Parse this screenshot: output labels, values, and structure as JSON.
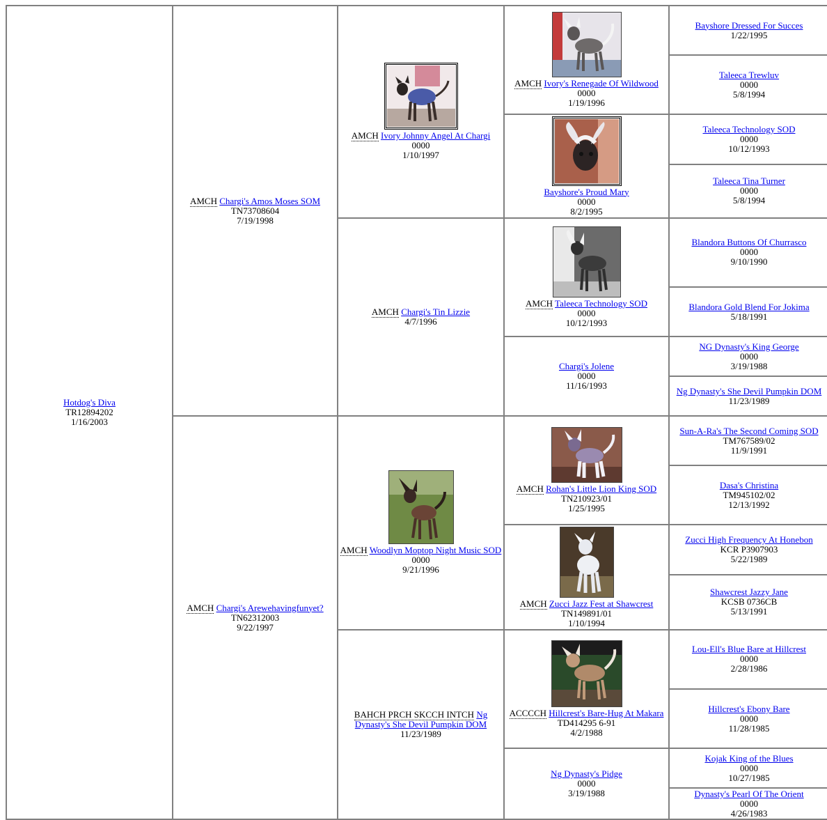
{
  "subject": {
    "title": "",
    "name": "Hotdog's Diva",
    "reg": "TR12894202",
    "dob": "1/16/2003"
  },
  "sire": {
    "title": "AMCH",
    "name": "Chargi's Amos Moses SOM",
    "reg": "TN73708604",
    "dob": "7/19/1998"
  },
  "dam": {
    "title": "AMCH",
    "name": "Chargi's Arewehavingfunyet?",
    "reg": "TN62312003",
    "dob": "9/22/1997"
  },
  "gen3": [
    {
      "title": "AMCH",
      "name": "Ivory Johnny Angel At Chargi",
      "reg": "0000",
      "dob": "1/10/1997",
      "photo": "black crested dog at show"
    },
    {
      "title": "AMCH",
      "name": "Chargi's Tin Lizzie",
      "reg": "",
      "dob": "4/7/1996"
    },
    {
      "title": "AMCH",
      "name": "Woodlyn Moptop Night Music SOD",
      "reg": "0000",
      "dob": "9/21/1996",
      "photo": "dog on grass"
    },
    {
      "title": "BAHCH PRCH SKCCH INTCH",
      "name": "Ng Dynasty's She Devil Pumpkin DOM",
      "reg": "",
      "dob": "11/23/1989"
    }
  ],
  "gen4": [
    {
      "title": "AMCH",
      "name": "Ivory's Renegade Of Wildwood",
      "reg": "0000",
      "dob": "1/19/1996",
      "photo": "show stack photo"
    },
    {
      "title": "",
      "name": "Bayshore's Proud Mary",
      "reg": "0000",
      "dob": "8/2/1995",
      "photo": "head portrait"
    },
    {
      "title": "AMCH",
      "name": "Taleeca Technology SOD",
      "reg": "0000",
      "dob": "10/12/1993",
      "photo": "black and white photo"
    },
    {
      "title": "",
      "name": "Chargi's Jolene",
      "reg": "0000",
      "dob": "11/16/1993"
    },
    {
      "title": "AMCH",
      "name": "Rohan's Little Lion King SOD",
      "reg": "TN210923/01",
      "dob": "1/25/1995",
      "photo": "show photo"
    },
    {
      "title": "AMCH",
      "name": "Zucci Jazz Fest at Shawcrest",
      "reg": "TN149891/01",
      "dob": "1/10/1994",
      "photo": "white dog outdoors"
    },
    {
      "title": "ACCCCH",
      "name": "Hillcrest's Bare-Hug At Makara",
      "reg": "TD414295 6-91",
      "dob": "4/2/1988",
      "photo": "show ring photo"
    },
    {
      "title": "",
      "name": "Ng Dynasty's Pidge",
      "reg": "0000",
      "dob": "3/19/1988"
    }
  ],
  "gen5": [
    {
      "name": "Bayshore Dressed For Succes",
      "reg": "",
      "dob": "1/22/1995"
    },
    {
      "name": "Taleeca Trewluv",
      "reg": "0000",
      "dob": "5/8/1994"
    },
    {
      "name": "Taleeca Technology SOD",
      "reg": "0000",
      "dob": "10/12/1993"
    },
    {
      "name": "Taleeca Tina Turner",
      "reg": "0000",
      "dob": "5/8/1994"
    },
    {
      "name": "Blandora Buttons Of Churrasco",
      "reg": "0000",
      "dob": "9/10/1990"
    },
    {
      "name": "Blandora Gold Blend For Jokima",
      "reg": "",
      "dob": "5/18/1991"
    },
    {
      "name": "NG Dynasty's King George",
      "reg": "0000",
      "dob": "3/19/1988"
    },
    {
      "name": "Ng Dynasty's She Devil Pumpkin DOM",
      "reg": "",
      "dob": "11/23/1989"
    },
    {
      "name": "Sun-A-Ra's The Second Coming SOD",
      "reg": "TM767589/02",
      "dob": "11/9/1991"
    },
    {
      "name": "Dasa's Christina",
      "reg": "TM945102/02",
      "dob": "12/13/1992"
    },
    {
      "name": "Zucci High Frequency At Honebon",
      "reg": "KCR P3907903",
      "dob": "5/22/1989"
    },
    {
      "name": "Shawcrest Jazzy Jane",
      "reg": "KCSB 0736CB",
      "dob": "5/13/1991"
    },
    {
      "name": "Lou-Ell's Blue Bare at Hillcrest",
      "reg": "0000",
      "dob": "2/28/1986"
    },
    {
      "name": "Hillcrest's Ebony Bare",
      "reg": "0000",
      "dob": "11/28/1985"
    },
    {
      "name": "Kojak King of the Blues",
      "reg": "0000",
      "dob": "10/27/1985"
    },
    {
      "name": "Dynasty's Pearl Of The Orient",
      "reg": "0000",
      "dob": "4/26/1983"
    }
  ]
}
